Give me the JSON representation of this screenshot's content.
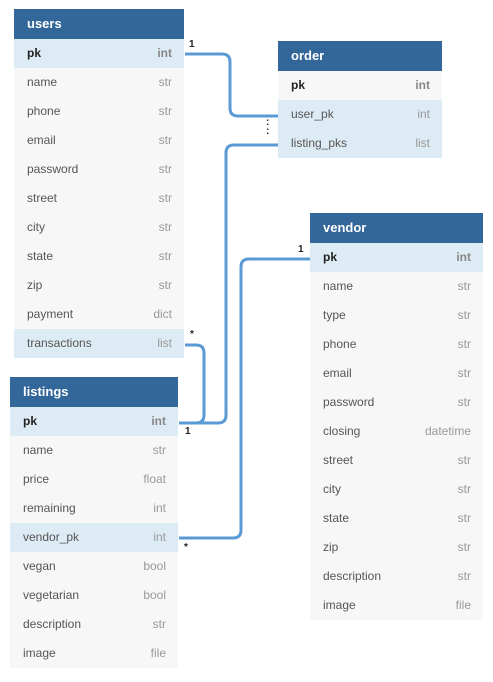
{
  "tables": {
    "users": {
      "title": "users",
      "rows": [
        {
          "name": "pk",
          "type": "int"
        },
        {
          "name": "name",
          "type": "str"
        },
        {
          "name": "phone",
          "type": "str"
        },
        {
          "name": "email",
          "type": "str"
        },
        {
          "name": "password",
          "type": "str"
        },
        {
          "name": "street",
          "type": "str"
        },
        {
          "name": "city",
          "type": "str"
        },
        {
          "name": "state",
          "type": "str"
        },
        {
          "name": "zip",
          "type": "str"
        },
        {
          "name": "payment",
          "type": "dict"
        },
        {
          "name": "transactions",
          "type": "list"
        }
      ]
    },
    "order": {
      "title": "order",
      "rows": [
        {
          "name": "pk",
          "type": "int"
        },
        {
          "name": "user_pk",
          "type": "int"
        },
        {
          "name": "listing_pks",
          "type": "list"
        }
      ]
    },
    "vendor": {
      "title": "vendor",
      "rows": [
        {
          "name": "pk",
          "type": "int"
        },
        {
          "name": "name",
          "type": "str"
        },
        {
          "name": "type",
          "type": "str"
        },
        {
          "name": "phone",
          "type": "str"
        },
        {
          "name": "email",
          "type": "str"
        },
        {
          "name": "password",
          "type": "str"
        },
        {
          "name": "closing",
          "type": "datetime"
        },
        {
          "name": "street",
          "type": "str"
        },
        {
          "name": "city",
          "type": "str"
        },
        {
          "name": "state",
          "type": "str"
        },
        {
          "name": "zip",
          "type": "str"
        },
        {
          "name": "description",
          "type": "str"
        },
        {
          "name": "image",
          "type": "file"
        }
      ]
    },
    "listings": {
      "title": "listings",
      "rows": [
        {
          "name": "pk",
          "type": "int"
        },
        {
          "name": "name",
          "type": "str"
        },
        {
          "name": "price",
          "type": "float"
        },
        {
          "name": "remaining",
          "type": "int"
        },
        {
          "name": "vendor_pk",
          "type": "int"
        },
        {
          "name": "vegan",
          "type": "bool"
        },
        {
          "name": "vegetarian",
          "type": "bool"
        },
        {
          "name": "description",
          "type": "str"
        },
        {
          "name": "image",
          "type": "file"
        }
      ]
    }
  },
  "cardinality": {
    "users_pk": "1",
    "order_user_pk": ":",
    "order_listing_pks": ":",
    "users_transactions": "*",
    "listings_pk": "1",
    "vendor_pk": "1",
    "listings_vendor_pk": "*"
  },
  "colors": {
    "header": "#336699",
    "highlight": "#ddebf4",
    "line": "#5b9bd5"
  }
}
